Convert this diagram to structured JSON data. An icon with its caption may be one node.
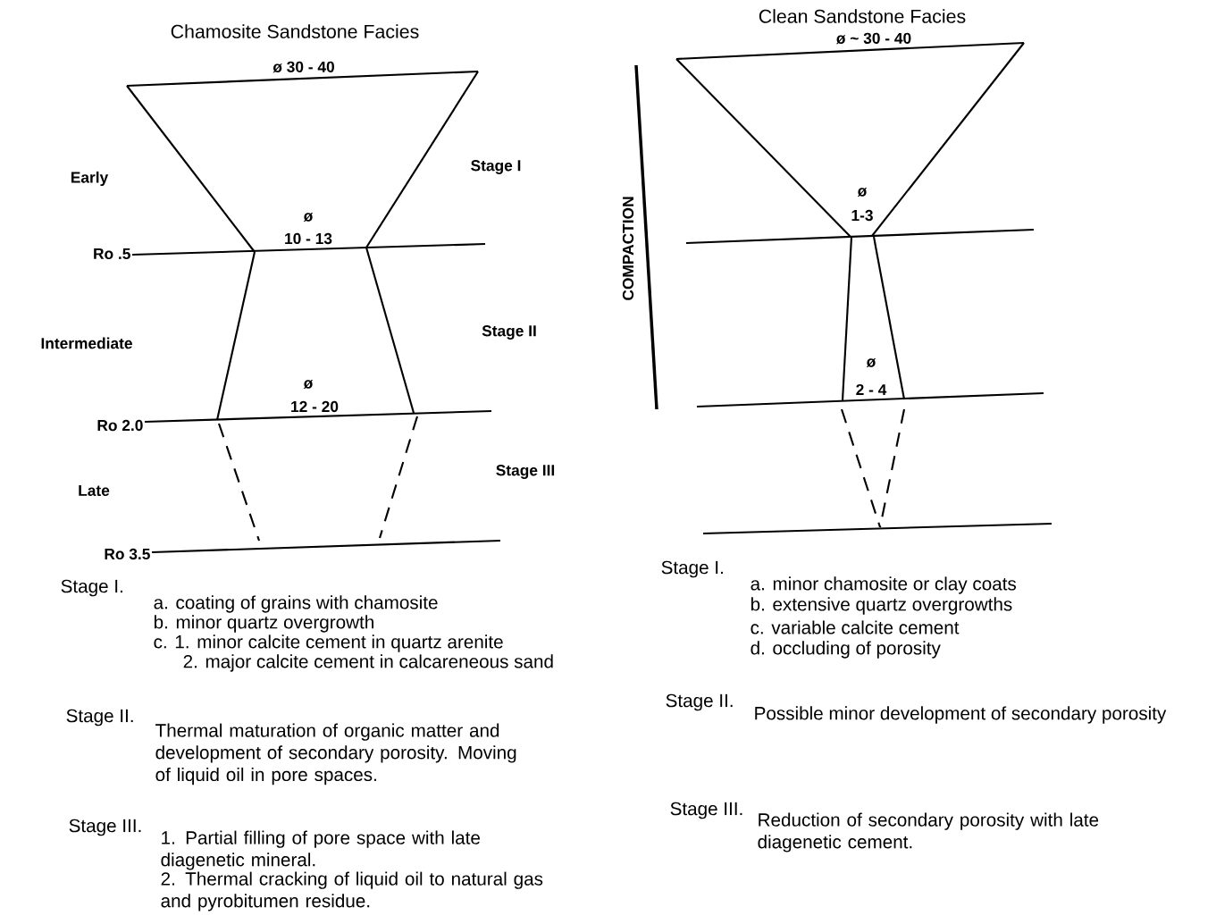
{
  "diagram": {
    "labels": [
      "Chamosite Sandstone Facies",
      "ø 30 - 40",
      "Clean Sandstone Facies",
      "ø ~ 30 - 40",
      "Early",
      "Stage I",
      "ø",
      "10 - 13",
      "ø",
      "1-3",
      "COMPACTION",
      "Ro .5",
      "Intermediate",
      "Stage II",
      "ø",
      "12 - 20",
      "ø",
      "2 - 4",
      "Ro 2.0",
      "Late",
      "Stage III",
      "Ro 3.5",
      "Stage I.",
      "a. coating of grains with chamosite",
      "b. minor quartz overgrowth",
      "c. 1. minor calcite cement in quartz arenite",
      "2. major calcite cement in calcareneous sand",
      "Stage II.",
      "Thermal maturation of organic matter and development of secondary porosity. Moving of liquid oil in pore spaces.",
      "Stage III.",
      "1. Partial filling of pore space with late diagenetic mineral.",
      "2. Thermal cracking of liquid oil to natural gas and pyrobitumen residue.",
      "Stage I.",
      "a. minor chamosite or clay coats",
      "b. extensive quartz overgrowths",
      "c. variable calcite cement",
      "d. occluding of porosity",
      "Stage II.",
      "Possible minor development of secondary porosity",
      "Stage III.",
      "Reduction of secondary porosity with late diagenetic cement."
    ]
  }
}
